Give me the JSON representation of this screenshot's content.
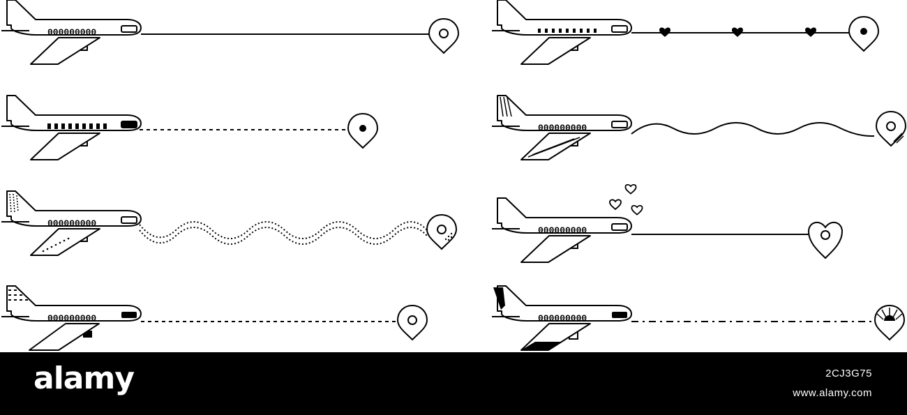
{
  "illustration": {
    "stroke_color": "#000000",
    "background_color": "#ffffff",
    "window_label": "000000000",
    "variants": [
      {
        "icon": "airplane-icon",
        "path_style": "solid-line",
        "destination": "location-pin-ring-icon"
      },
      {
        "icon": "airplane-icon",
        "path_style": "dashed-line",
        "destination": "location-pin-dot-icon"
      },
      {
        "icon": "airplane-striped-tail-icon",
        "path_style": "double-dotted-wave",
        "destination": "location-pin-dotted-icon"
      },
      {
        "icon": "airplane-dashed-tail-icon",
        "path_style": "dashed-line",
        "destination": "location-pin-ring-icon"
      },
      {
        "icon": "airplane-icon",
        "path_style": "line-with-hearts",
        "destination": "location-pin-dot-icon"
      },
      {
        "icon": "airplane-lined-tail-icon",
        "path_style": "wavy-line",
        "destination": "location-pin-lined-icon"
      },
      {
        "icon": "airplane-icon",
        "path_style": "solid-line",
        "destination": "heart-pin-icon",
        "decoration": "floating-hearts-icon"
      },
      {
        "icon": "airplane-black-tail-icon",
        "path_style": "dash-dot-line",
        "destination": "location-pin-sunburst-icon"
      }
    ]
  },
  "footer": {
    "background_color": "#000000",
    "brand": "alamy",
    "image_id": "2CJ3G75",
    "url": "www.alamy.com"
  }
}
